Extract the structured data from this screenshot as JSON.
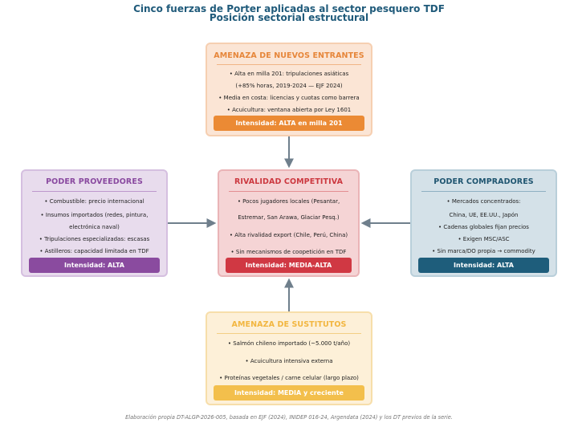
{
  "title": {
    "line1": "Cinco fuerzas de Porter aplicadas al sector pesquero TDF",
    "line2": "Posición sectorial estructural"
  },
  "forces": {
    "top": {
      "heading": "AMENAZA DE NUEVOS ENTRANTES",
      "items": [
        "• Alta en milla 201: tripulaciones asiáticas",
        "(+85% horas, 2019-2024 — EJF 2024)",
        "• Media en costa: licencias y cuotas como barrera",
        "• Acuicultura: ventana abierta por Ley 1601"
      ],
      "intensity": "Intensidad: ALTA en milla 201"
    },
    "left": {
      "heading": "PODER PROVEEDORES",
      "items": [
        "• Combustible: precio internacional",
        "• Insumos importados (redes, pintura,",
        "electrónica naval)",
        "• Tripulaciones especializadas: escasas",
        "• Astilleros: capacidad limitada en TDF"
      ],
      "intensity": "Intensidad: ALTA"
    },
    "center": {
      "heading": "RIVALIDAD COMPETITIVA",
      "items": [
        "• Pocos jugadores locales (Pesantar,",
        "Estremar, San Arawa, Glaciar Pesq.)",
        "• Alta rivalidad export (Chile, Perú, China)",
        "• Sin mecanismos de coopetición en TDF"
      ],
      "intensity": "Intensidad: MEDIA-ALTA"
    },
    "right": {
      "heading": "PODER COMPRADORES",
      "items": [
        "• Mercados concentrados:",
        "China, UE, EE.UU., Japón",
        "• Cadenas globales fijan precios",
        "• Exigen MSC/ASC",
        "• Sin marca/DO propia → commodity"
      ],
      "intensity": "Intensidad: ALTA"
    },
    "bottom": {
      "heading": "AMENAZA DE SUSTITUTOS",
      "items": [
        "• Salmón chileno importado (~5.000 t/año)",
        "• Acuicultura intensiva externa",
        "• Proteínas vegetales / carne celular (largo plazo)"
      ],
      "intensity": "Intensidad: MEDIA y creciente"
    }
  },
  "footer": "Elaboración propia DT-ALGP-2026-005, basada en EJF (2024), INIDEP 016-24, Argendata (2024) y los DT previos de la serie.",
  "colors": {
    "arrow": "#6f7f8c",
    "title": "#1f5a7a"
  }
}
